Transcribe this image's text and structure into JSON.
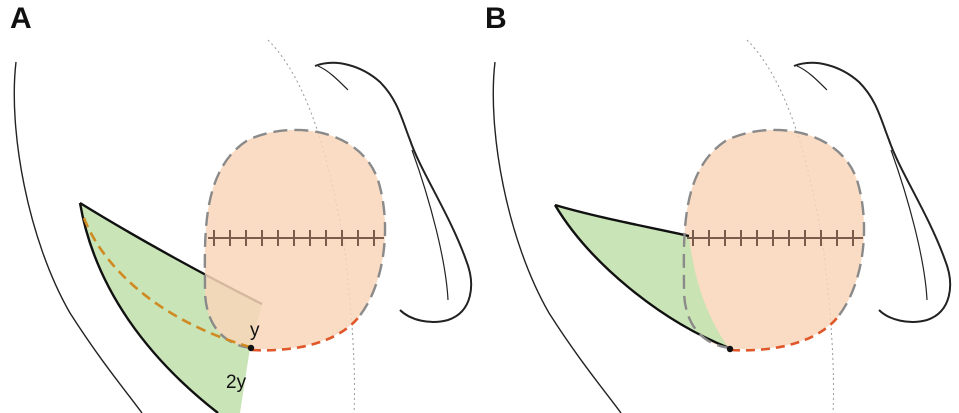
{
  "figure": {
    "panels": [
      {
        "id": "A",
        "label": "A",
        "annotations": {
          "short": "y",
          "long": "2y"
        }
      },
      {
        "id": "B",
        "label": "B"
      }
    ],
    "colors": {
      "defect": "#f8d6b8",
      "flap": "#c6e3b2",
      "outline": "#111111",
      "defect_border": "#8a8a8a",
      "incision": "#e0572a",
      "transposition_path": "#d08a22",
      "suture": "#7a5c4c",
      "body_outline": "#222222",
      "midline": "#999999"
    }
  }
}
